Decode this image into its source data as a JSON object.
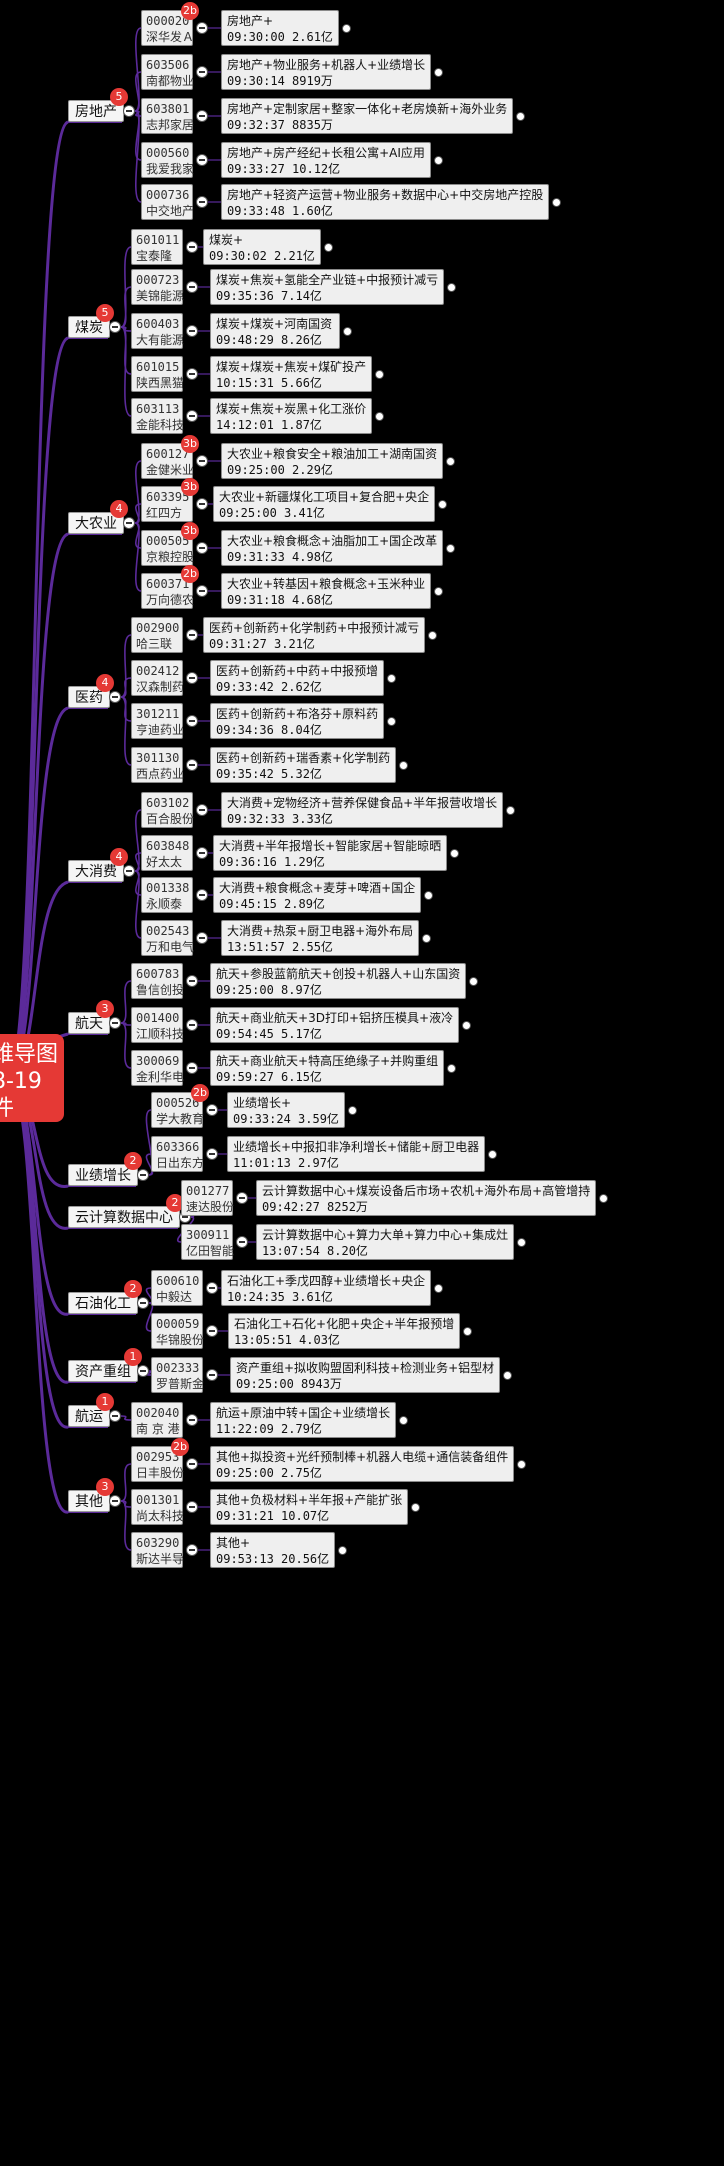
{
  "root": {
    "title_lines": [
      "维导图",
      "8-19",
      "件"
    ]
  },
  "colors": {
    "branch_line": "#5b2a9a",
    "root_bg": "#e53935",
    "badge_bg": "#e53935"
  },
  "categories": [
    {
      "name": "房地产",
      "count": "5",
      "stocks": [
        {
          "code": "000020",
          "name": "深华发Ａ",
          "badge": "2b",
          "tags": "房地产+",
          "time": "09:30:00 2.61亿"
        },
        {
          "code": "603506",
          "name": "南都物业",
          "badge": "",
          "tags": "房地产+物业服务+机器人+业绩增长",
          "time": "09:30:14 8919万"
        },
        {
          "code": "603801",
          "name": "志邦家居",
          "badge": "",
          "tags": "房地产+定制家居+整家一体化+老房焕新+海外业务",
          "time": "09:32:37 8835万"
        },
        {
          "code": "000560",
          "name": "我爱我家",
          "badge": "",
          "tags": "房地产+房产经纪+长租公寓+AI应用",
          "time": "09:33:27 10.12亿"
        },
        {
          "code": "000736",
          "name": "中交地产",
          "badge": "",
          "tags": "房地产+轻资产运营+物业服务+数据中心+中交房地产控股",
          "time": "09:33:48 1.60亿"
        }
      ]
    },
    {
      "name": "煤炭",
      "count": "5",
      "stocks": [
        {
          "code": "601011",
          "name": "宝泰隆",
          "badge": "",
          "tags": "煤炭+",
          "time": "09:30:02 2.21亿"
        },
        {
          "code": "000723",
          "name": "美锦能源",
          "badge": "",
          "tags": "煤炭+焦炭+氢能全产业链+中报预计减亏",
          "time": "09:35:36 7.14亿"
        },
        {
          "code": "600403",
          "name": "大有能源",
          "badge": "",
          "tags": "煤炭+煤炭+河南国资",
          "time": "09:48:29 8.26亿"
        },
        {
          "code": "601015",
          "name": "陕西黑猫",
          "badge": "",
          "tags": "煤炭+煤炭+焦炭+煤矿投产",
          "time": "10:15:31 5.66亿"
        },
        {
          "code": "603113",
          "name": "金能科技",
          "badge": "",
          "tags": "煤炭+焦炭+炭黑+化工涨价",
          "time": "14:12:01 1.87亿"
        }
      ]
    },
    {
      "name": "大农业",
      "count": "4",
      "stocks": [
        {
          "code": "600127",
          "name": "金健米业",
          "badge": "3b",
          "tags": "大农业+粮食安全+粮油加工+湖南国资",
          "time": "09:25:00 2.29亿"
        },
        {
          "code": "603395",
          "name": "红四方",
          "badge": "3b",
          "tags": "大农业+新疆煤化工项目+复合肥+央企",
          "time": "09:25:00 3.41亿"
        },
        {
          "code": "000505",
          "name": "京粮控股",
          "badge": "3b",
          "tags": "大农业+粮食概念+油脂加工+国企改革",
          "time": "09:31:33 4.98亿"
        },
        {
          "code": "600371",
          "name": "万向德农",
          "badge": "2b",
          "tags": "大农业+转基因+粮食概念+玉米种业",
          "time": "09:31:18 4.68亿"
        }
      ]
    },
    {
      "name": "医药",
      "count": "4",
      "stocks": [
        {
          "code": "002900",
          "name": "哈三联",
          "badge": "",
          "tags": "医药+创新药+化学制药+中报预计减亏",
          "time": "09:31:27 3.21亿"
        },
        {
          "code": "002412",
          "name": "汉森制药",
          "badge": "",
          "tags": "医药+创新药+中药+中报预增",
          "time": "09:33:42 2.62亿"
        },
        {
          "code": "301211",
          "name": "亨迪药业",
          "badge": "",
          "tags": "医药+创新药+布洛芬+原料药",
          "time": "09:34:36 8.04亿"
        },
        {
          "code": "301130",
          "name": "西点药业",
          "badge": "",
          "tags": "医药+创新药+瑞香素+化学制药",
          "time": "09:35:42 5.32亿"
        }
      ]
    },
    {
      "name": "大消费",
      "count": "4",
      "stocks": [
        {
          "code": "603102",
          "name": "百合股份",
          "badge": "",
          "tags": "大消费+宠物经济+营养保健食品+半年报营收增长",
          "time": "09:32:33 3.33亿"
        },
        {
          "code": "603848",
          "name": "好太太",
          "badge": "",
          "tags": "大消费+半年报增长+智能家居+智能晾晒",
          "time": "09:36:16 1.29亿"
        },
        {
          "code": "001338",
          "name": "永顺泰",
          "badge": "",
          "tags": "大消费+粮食概念+麦芽+啤酒+国企",
          "time": "09:45:15 2.89亿"
        },
        {
          "code": "002543",
          "name": "万和电气",
          "badge": "",
          "tags": "大消费+热泵+厨卫电器+海外布局",
          "time": "13:51:57 2.55亿"
        }
      ]
    },
    {
      "name": "航天",
      "count": "3",
      "stocks": [
        {
          "code": "600783",
          "name": "鲁信创投",
          "badge": "",
          "tags": "航天+参股蓝箭航天+创投+机器人+山东国资",
          "time": "09:25:00 8.97亿"
        },
        {
          "code": "001400",
          "name": "江顺科技",
          "badge": "",
          "tags": "航天+商业航天+3D打印+铝挤压模具+液冷",
          "time": "09:54:45 5.17亿"
        },
        {
          "code": "300069",
          "name": "金利华电",
          "badge": "",
          "tags": "航天+商业航天+特高压绝缘子+并购重组",
          "time": "09:59:27 6.15亿"
        }
      ]
    },
    {
      "name": "业绩增长",
      "count": "2",
      "stocks": [
        {
          "code": "000526",
          "name": "学大教育",
          "badge": "2b",
          "tags": "业绩增长+",
          "time": "09:33:24 3.59亿"
        },
        {
          "code": "603366",
          "name": "日出东方",
          "badge": "",
          "tags": "业绩增长+中报扣非净利增长+储能+厨卫电器",
          "time": "11:01:13 2.97亿"
        }
      ]
    },
    {
      "name": "云计算数据中心",
      "count": "2",
      "stocks": [
        {
          "code": "001277",
          "name": "速达股份",
          "badge": "",
          "tags": "云计算数据中心+煤炭设备后市场+农机+海外布局+高管增持",
          "time": "09:42:27 8252万"
        },
        {
          "code": "300911",
          "name": "亿田智能",
          "badge": "",
          "tags": "云计算数据中心+算力大单+算力中心+集成灶",
          "time": "13:07:54 8.20亿"
        }
      ]
    },
    {
      "name": "石油化工",
      "count": "2",
      "stocks": [
        {
          "code": "600610",
          "name": "中毅达",
          "badge": "",
          "tags": "石油化工+季戊四醇+业绩增长+央企",
          "time": "10:24:35 3.61亿"
        },
        {
          "code": "000059",
          "name": "华锦股份",
          "badge": "",
          "tags": "石油化工+石化+化肥+央企+半年报预增",
          "time": "13:05:51 4.03亿"
        }
      ]
    },
    {
      "name": "资产重组",
      "count": "1",
      "stocks": [
        {
          "code": "002333",
          "name": "罗普斯金",
          "badge": "",
          "tags": "资产重组+拟收购盟固利科技+检测业务+铝型材",
          "time": "09:25:00 8943万"
        }
      ]
    },
    {
      "name": "航运",
      "count": "1",
      "stocks": [
        {
          "code": "002040",
          "name": "南 京 港",
          "badge": "",
          "tags": "航运+原油中转+国企+业绩增长",
          "time": "11:22:09 2.79亿"
        }
      ]
    },
    {
      "name": "其他",
      "count": "3",
      "stocks": [
        {
          "code": "002953",
          "name": "日丰股份",
          "badge": "2b",
          "tags": "其他+拟投资+光纤预制棒+机器人电缆+通信装备组件",
          "time": "09:25:00 2.75亿"
        },
        {
          "code": "001301",
          "name": "尚太科技",
          "badge": "",
          "tags": "其他+负极材料+半年报+产能扩张",
          "time": "09:31:21 10.07亿"
        },
        {
          "code": "603290",
          "name": "斯达半导",
          "badge": "",
          "tags": "其他+",
          "time": "09:53:13 20.56亿"
        }
      ]
    }
  ]
}
